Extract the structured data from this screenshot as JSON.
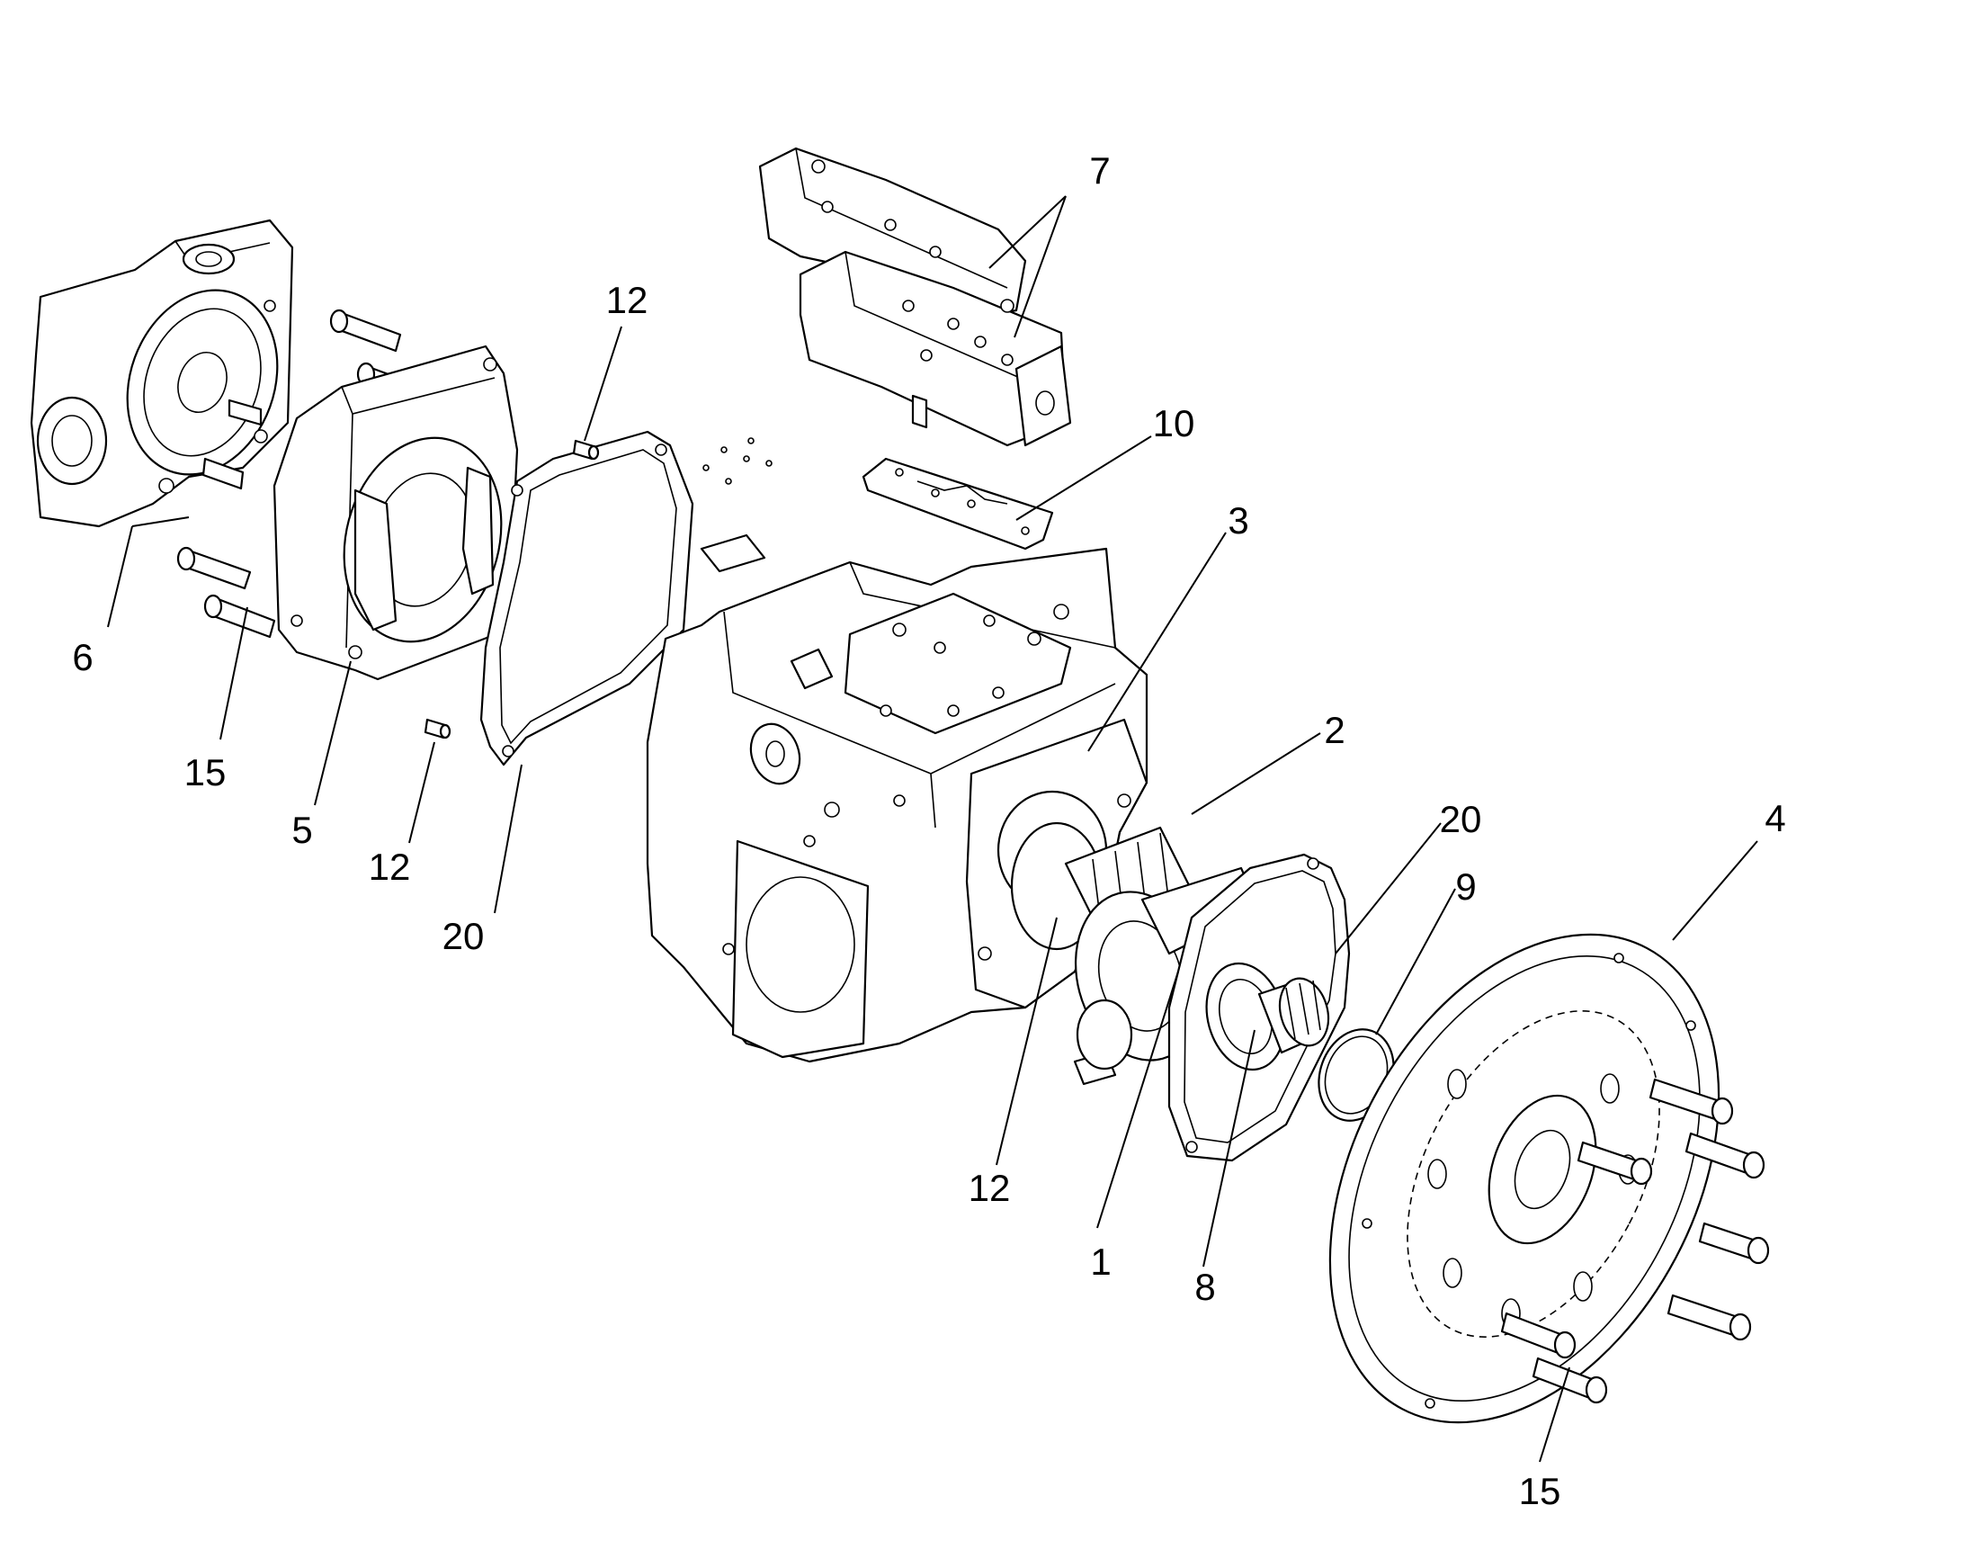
{
  "callouts": {
    "c1": "1",
    "c2": "2",
    "c3": "3",
    "c4": "4",
    "c5": "5",
    "c6": "6",
    "c7": "7",
    "c8": "8",
    "c9": "9",
    "c10": "10",
    "c12a": "12",
    "c12b": "12",
    "c12c": "12",
    "c15a": "15",
    "c15b": "15",
    "c20a": "20",
    "c20b": "20"
  },
  "colors": {
    "line": "#000000",
    "background": "#ffffff"
  }
}
